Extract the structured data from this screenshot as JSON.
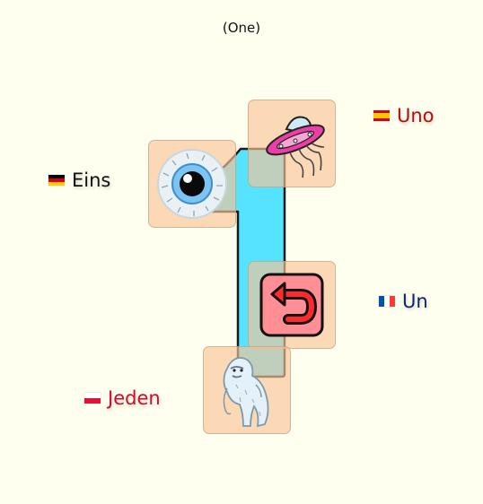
{
  "title": "(One)",
  "labels": {
    "de": {
      "text": "Eins",
      "color": "#111111"
    },
    "es": {
      "text": "Uno",
      "color": "#b21010"
    },
    "fr": {
      "text": "Un",
      "color": "#0a2a6b"
    },
    "pl": {
      "text": "Jeden",
      "color": "#c8102e"
    }
  },
  "tiles": [
    {
      "icon": "eyeball-icon"
    },
    {
      "icon": "ufo-icon"
    },
    {
      "icon": "undo-arrow-icon"
    },
    {
      "icon": "yeti-icon"
    }
  ],
  "colors": {
    "background": "#fffff0",
    "digit_fill": "#55e3ff",
    "tile_bg": "#fac496"
  }
}
